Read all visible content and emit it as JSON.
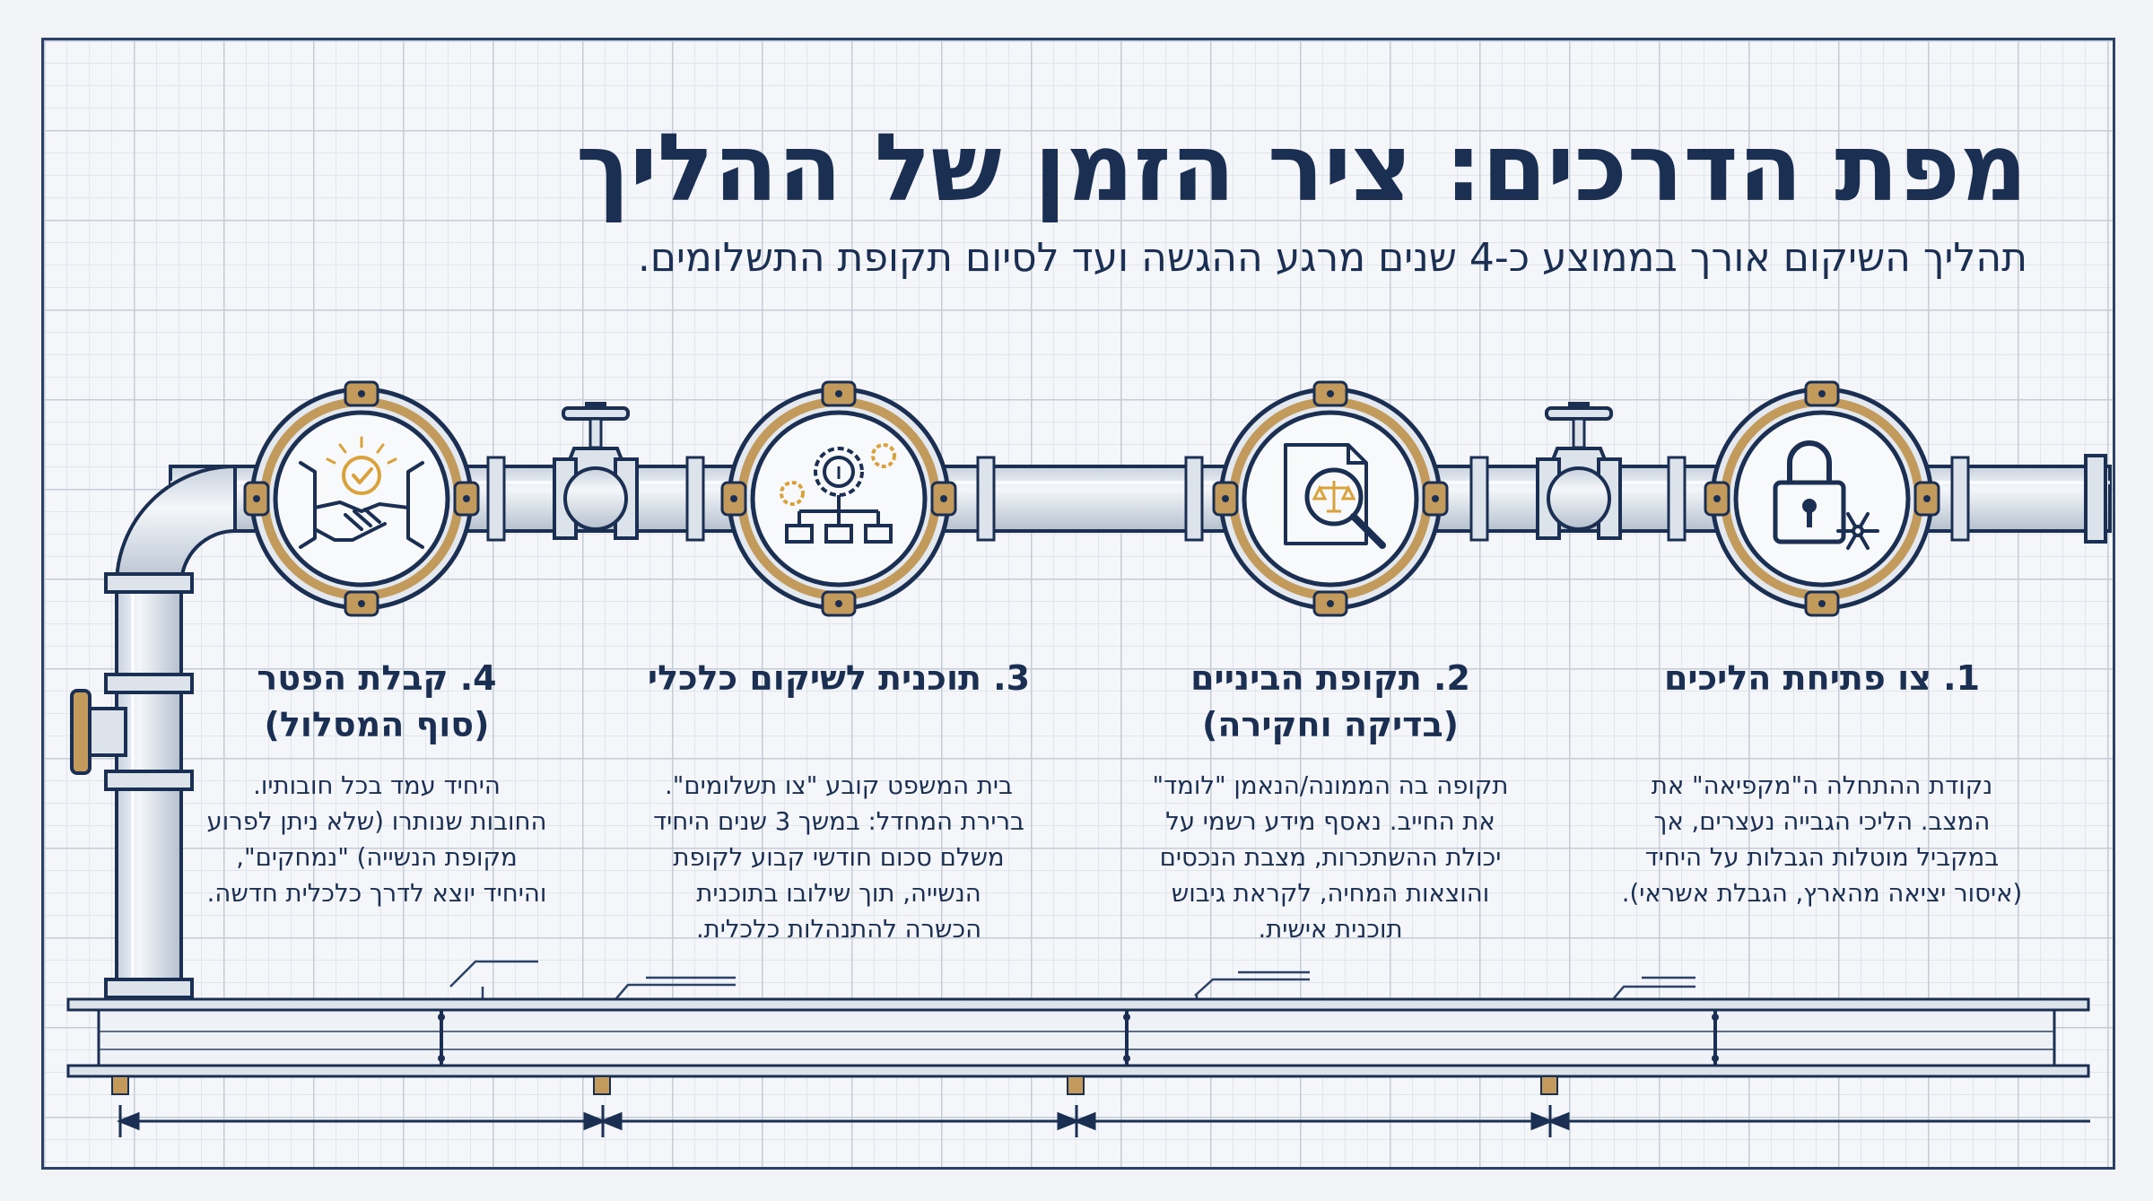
{
  "header": {
    "title": "מפת הדרכים: ציר הזמן של ההליך",
    "subtitle": "תהליך השיקום אורך בממוצע כ-4 שנים מרגע ההגשה ועד לסיום תקופת התשלומים."
  },
  "steps": [
    {
      "title_lines": [
        "1. צו פתיחת הליכים"
      ],
      "desc_lines": [
        "נקודת ההתחלה ה\"מקפיאה\" את",
        "המצב. הליכי הגבייה נעצרים, אך",
        "במקביל מוטלות הגבלות על היחיד",
        "(איסור יציאה מהארץ, הגבלת אשראי)."
      ],
      "icon": "lock-snowflake-icon"
    },
    {
      "title_lines": [
        "2. תקופת הביניים",
        "(בדיקה וחקירה)"
      ],
      "desc_lines": [
        "תקופה בה הממונה/הנאמן \"לומד\"",
        "את החייב. נאסף מידע רשמי על",
        "יכולת ההשתכרות, מצבת הנכסים",
        "והוצאות המחיה, לקראת גיבוש",
        "תוכנית אישית."
      ],
      "icon": "document-scale-magnifier-icon"
    },
    {
      "title_lines": [
        "3. תוכנית לשיקום כלכלי"
      ],
      "desc_lines": [
        "בית המשפט קובע \"צו תשלומים\".",
        "ברירת המחדל: במשך 3 שנים היחיד",
        "משלם סכום חודשי קבוע לקופת",
        "הנשייה, תוך שילובו בתוכנית",
        "הכשרה להתנהלות כלכלית."
      ],
      "icon": "gears-flowchart-icon"
    },
    {
      "title_lines": [
        "4. קבלת הפטר",
        "(סוף המסלול)"
      ],
      "desc_lines": [
        "היחיד עמד בכל חובותיו.",
        "החובות שנותרו (שלא ניתן לפרוע",
        "מקופת הנשייה) \"נמחקים\",",
        "והיחיד יוצא לדרך כלכלית חדשה."
      ],
      "icon": "handshake-check-icon"
    }
  ],
  "colors": {
    "navy": "#1b2f52",
    "pipe_fill": "#e7ecf2",
    "bronze": "#c29a5c",
    "gold_icon": "#d9a23c"
  }
}
